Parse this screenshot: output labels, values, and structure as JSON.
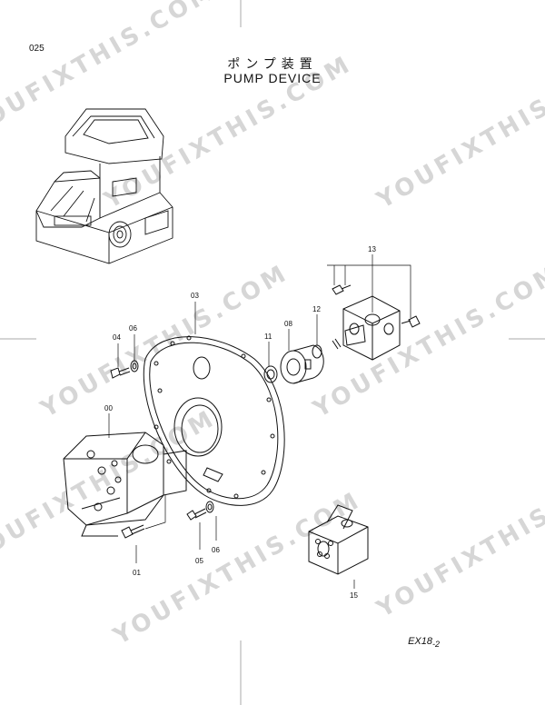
{
  "header": {
    "page_number": "025",
    "title_jp": "ポンプ装置",
    "title_en": "PUMP DEVICE"
  },
  "footer": {
    "model": "EX18",
    "suffix": "-2"
  },
  "watermark": "YOUFIXTHIS.COM",
  "part_labels": {
    "pump": "00",
    "bolt_pump": "01",
    "flange": "03",
    "bolt_flange": "04",
    "bolt_lower": "05",
    "washer_upper": "06",
    "washer_lower": "06",
    "collar": "08",
    "oil_seal": "11",
    "o_ring": "12",
    "coupling": "13",
    "small_pump": "15"
  }
}
